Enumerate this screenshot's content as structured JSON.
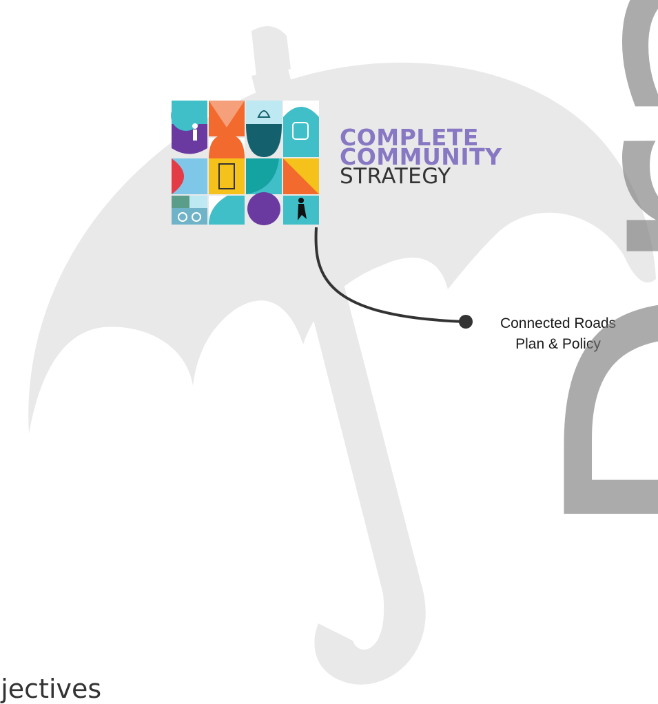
{
  "logo": {
    "line1": "COMPLETE",
    "line2": "COMMUNITY",
    "line3": "STRATEGY"
  },
  "node": {
    "label_line1": "Connected Roads",
    "label_line2": "Plan & Policy"
  },
  "watermark": "Draft",
  "footer": "ojectives",
  "colors": {
    "umbrella": "#e9e9e9",
    "connector": "#333333",
    "logo_purple": "#8878c3",
    "logo_teal": "#40bfc8",
    "logo_orange": "#f26a2d",
    "logo_yellow": "#f5c21b",
    "logo_red": "#e33c47",
    "logo_dark_teal": "#14606c",
    "logo_violet": "#6b3aa0"
  }
}
